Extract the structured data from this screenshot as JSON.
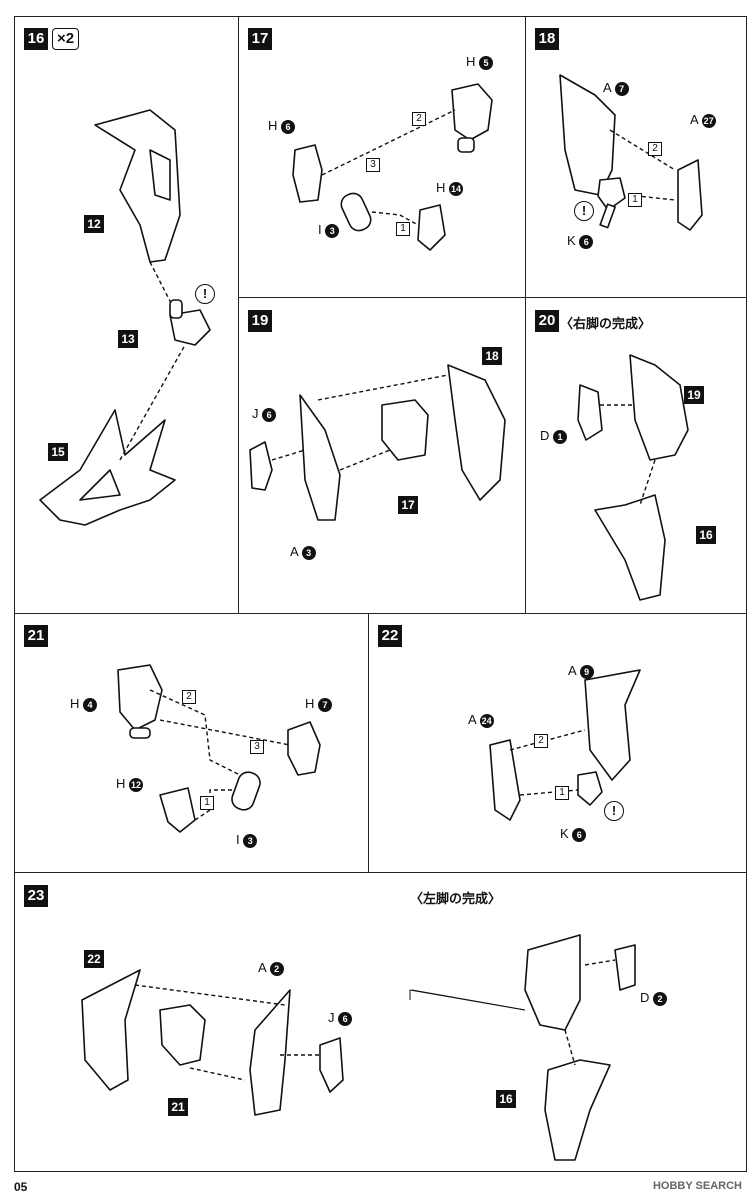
{
  "page_number": "05",
  "watermark": "HOBBY SEARCH",
  "steps": {
    "s16": {
      "num": "16",
      "mult": "×2",
      "refs": [
        "12",
        "13",
        "15"
      ]
    },
    "s17": {
      "num": "17",
      "labels": {
        "h5": "H",
        "h6": "H",
        "i3": "I",
        "h14": "H"
      },
      "nums": {
        "h5": "5",
        "h6": "6",
        "i3": "3",
        "h14": "14"
      },
      "orders": [
        "1",
        "2",
        "3"
      ]
    },
    "s18": {
      "num": "18",
      "labels": {
        "a7": "A",
        "a27": "A",
        "k6": "K"
      },
      "nums": {
        "a7": "7",
        "a27": "27",
        "k6": "6"
      },
      "orders": [
        "1",
        "2"
      ]
    },
    "s19": {
      "num": "19",
      "labels": {
        "j6": "J",
        "a3": "A"
      },
      "nums": {
        "j6": "6",
        "a3": "3"
      },
      "refs": [
        "18",
        "17"
      ]
    },
    "s20": {
      "num": "20",
      "title": "〈右脚の完成〉",
      "labels": {
        "d1": "D"
      },
      "nums": {
        "d1": "1"
      },
      "refs": [
        "19",
        "16"
      ]
    },
    "s21": {
      "num": "21",
      "labels": {
        "h4": "H",
        "h7": "H",
        "h12": "H",
        "i3": "I"
      },
      "nums": {
        "h4": "4",
        "h7": "7",
        "h12": "12",
        "i3": "3"
      },
      "orders": [
        "1",
        "2",
        "3"
      ]
    },
    "s22": {
      "num": "22",
      "labels": {
        "a9": "A",
        "a24": "A",
        "k6": "K"
      },
      "nums": {
        "a9": "9",
        "a24": "24",
        "k6": "6"
      },
      "orders": [
        "1",
        "2"
      ]
    },
    "s23": {
      "num": "23",
      "labels": {
        "a2": "A",
        "j6": "J"
      },
      "nums": {
        "a2": "2",
        "j6": "6"
      },
      "refs": [
        "22",
        "21"
      ]
    },
    "left": {
      "title": "〈左脚の完成〉",
      "labels": {
        "d2": "D"
      },
      "nums": {
        "d2": "2"
      },
      "refs": [
        "16"
      ]
    }
  },
  "warning_glyph": "!"
}
